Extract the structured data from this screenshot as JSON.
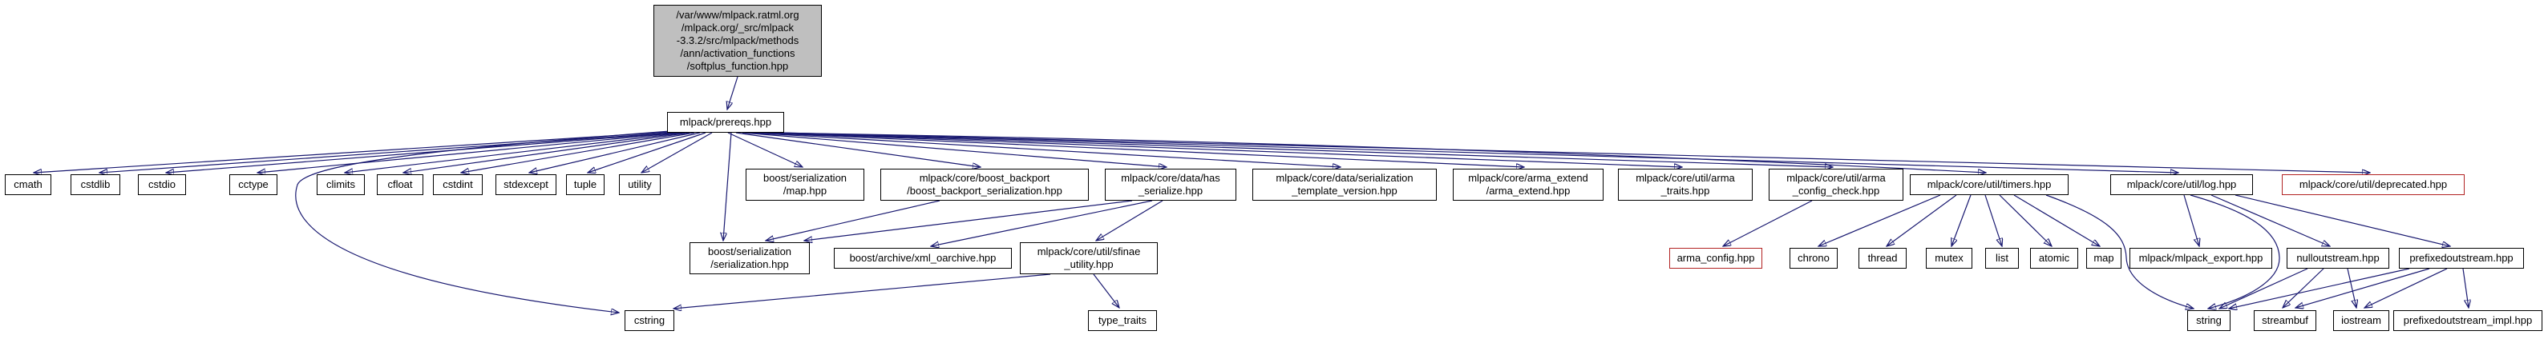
{
  "graph": {
    "type": "include-dependency-graph",
    "colors": {
      "edge": "#191970",
      "node_border": "#000000",
      "node_fill": "#ffffff",
      "current_node_fill": "#bfbfbf",
      "truncated_node_border": "#b22222",
      "text": "#000000",
      "background": "#ffffff"
    },
    "nodes": {
      "softplus": {
        "label": "/var/www/mlpack.ratml.org\n/mlpack.org/_src/mlpack\n-3.3.2/src/mlpack/methods\n/ann/activation_functions\n/softplus_function.hpp",
        "current": true
      },
      "prereqs": {
        "label": "mlpack/prereqs.hpp"
      },
      "cmath": {
        "label": "cmath"
      },
      "cstdlib": {
        "label": "cstdlib"
      },
      "cstdio": {
        "label": "cstdio"
      },
      "cctype": {
        "label": "cctype"
      },
      "climits": {
        "label": "climits"
      },
      "cfloat": {
        "label": "cfloat"
      },
      "cstdint": {
        "label": "cstdint"
      },
      "stdexcept": {
        "label": "stdexcept"
      },
      "tuple": {
        "label": "tuple"
      },
      "utility": {
        "label": "utility"
      },
      "boost_ser_map": {
        "label": "boost/serialization\n/map.hpp"
      },
      "boost_backport": {
        "label": "mlpack/core/boost_backport\n/boost_backport_serialization.hpp"
      },
      "has_serialize": {
        "label": "mlpack/core/data/has\n_serialize.hpp"
      },
      "ser_template_version": {
        "label": "mlpack/core/data/serialization\n_template_version.hpp"
      },
      "arma_extend": {
        "label": "mlpack/core/arma_extend\n/arma_extend.hpp"
      },
      "arma_traits": {
        "label": "mlpack/core/util/arma\n_traits.hpp"
      },
      "arma_config_check": {
        "label": "mlpack/core/util/arma\n_config_check.hpp"
      },
      "timers": {
        "label": "mlpack/core/util/timers.hpp"
      },
      "log": {
        "label": "mlpack/core/util/log.hpp"
      },
      "deprecated": {
        "label": "mlpack/core/util/deprecated.hpp",
        "truncated": true
      },
      "boost_serialization": {
        "label": "boost/serialization\n/serialization.hpp"
      },
      "xml_oarchive": {
        "label": "boost/archive/xml_oarchive.hpp"
      },
      "sfinae": {
        "label": "mlpack/core/util/sfinae\n_utility.hpp"
      },
      "arma_config": {
        "label": "arma_config.hpp",
        "truncated": true
      },
      "chrono": {
        "label": "chrono"
      },
      "thread": {
        "label": "thread"
      },
      "mutex": {
        "label": "mutex"
      },
      "list": {
        "label": "list"
      },
      "atomic": {
        "label": "atomic"
      },
      "map": {
        "label": "map"
      },
      "mlpack_export": {
        "label": "mlpack/mlpack_export.hpp"
      },
      "nulloutstream": {
        "label": "nulloutstream.hpp"
      },
      "prefixedoutstream": {
        "label": "prefixedoutstream.hpp"
      },
      "cstring": {
        "label": "cstring"
      },
      "type_traits": {
        "label": "type_traits"
      },
      "string": {
        "label": "string"
      },
      "streambuf": {
        "label": "streambuf"
      },
      "iostream": {
        "label": "iostream"
      },
      "prefixedoutstream_impl": {
        "label": "prefixedoutstream_impl.hpp"
      }
    },
    "edges": [
      {
        "from": "softplus",
        "to": "prereqs"
      },
      {
        "from": "prereqs",
        "to": "cmath"
      },
      {
        "from": "prereqs",
        "to": "cstdlib"
      },
      {
        "from": "prereqs",
        "to": "cstdio"
      },
      {
        "from": "prereqs",
        "to": "cctype"
      },
      {
        "from": "prereqs",
        "to": "climits"
      },
      {
        "from": "prereqs",
        "to": "cfloat"
      },
      {
        "from": "prereqs",
        "to": "cstdint"
      },
      {
        "from": "prereqs",
        "to": "stdexcept"
      },
      {
        "from": "prereqs",
        "to": "tuple"
      },
      {
        "from": "prereqs",
        "to": "utility"
      },
      {
        "from": "prereqs",
        "to": "boost_ser_map"
      },
      {
        "from": "prereqs",
        "to": "boost_backport"
      },
      {
        "from": "prereqs",
        "to": "has_serialize"
      },
      {
        "from": "prereqs",
        "to": "ser_template_version"
      },
      {
        "from": "prereqs",
        "to": "arma_extend"
      },
      {
        "from": "prereqs",
        "to": "arma_traits"
      },
      {
        "from": "prereqs",
        "to": "arma_config_check"
      },
      {
        "from": "prereqs",
        "to": "timers"
      },
      {
        "from": "prereqs",
        "to": "log"
      },
      {
        "from": "prereqs",
        "to": "deprecated"
      },
      {
        "from": "prereqs",
        "to": "boost_serialization"
      },
      {
        "from": "prereqs",
        "to": "cstring"
      },
      {
        "from": "boost_backport",
        "to": "boost_serialization"
      },
      {
        "from": "has_serialize",
        "to": "boost_serialization"
      },
      {
        "from": "has_serialize",
        "to": "xml_oarchive"
      },
      {
        "from": "has_serialize",
        "to": "sfinae"
      },
      {
        "from": "sfinae",
        "to": "type_traits"
      },
      {
        "from": "sfinae",
        "to": "cstring"
      },
      {
        "from": "arma_config_check",
        "to": "arma_config"
      },
      {
        "from": "timers",
        "to": "chrono"
      },
      {
        "from": "timers",
        "to": "thread"
      },
      {
        "from": "timers",
        "to": "mutex"
      },
      {
        "from": "timers",
        "to": "list"
      },
      {
        "from": "timers",
        "to": "atomic"
      },
      {
        "from": "timers",
        "to": "map"
      },
      {
        "from": "timers",
        "to": "string"
      },
      {
        "from": "log",
        "to": "mlpack_export"
      },
      {
        "from": "log",
        "to": "nulloutstream"
      },
      {
        "from": "log",
        "to": "prefixedoutstream"
      },
      {
        "from": "log",
        "to": "string"
      },
      {
        "from": "nulloutstream",
        "to": "string"
      },
      {
        "from": "nulloutstream",
        "to": "streambuf"
      },
      {
        "from": "nulloutstream",
        "to": "iostream"
      },
      {
        "from": "prefixedoutstream",
        "to": "string"
      },
      {
        "from": "prefixedoutstream",
        "to": "streambuf"
      },
      {
        "from": "prefixedoutstream",
        "to": "iostream"
      },
      {
        "from": "prefixedoutstream",
        "to": "prefixedoutstream_impl"
      }
    ]
  }
}
